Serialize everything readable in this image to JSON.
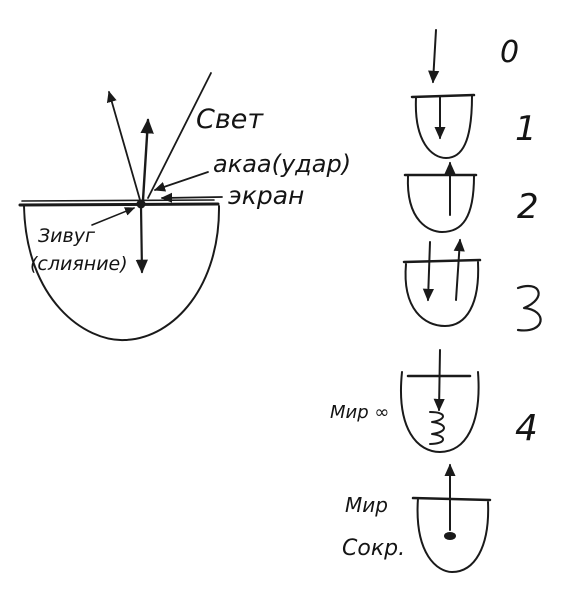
{
  "labels": {
    "light": "Свет",
    "akaa": "акаа(удар)",
    "screen": "экран",
    "zivug": "Зивуг",
    "merge": "(слияние)",
    "mir_inf": "Мир ∞",
    "mir": "Мир",
    "sokr": "Сокр."
  },
  "steps": [
    "0",
    "1",
    "2",
    "3",
    "4"
  ],
  "colors": {
    "ink": "#1a1a1a",
    "paper": "#ffffff"
  }
}
